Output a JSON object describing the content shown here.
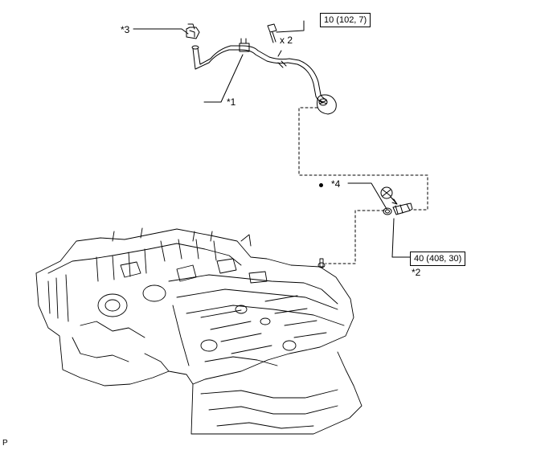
{
  "callouts": {
    "c1": "*1",
    "c2": "*2",
    "c3": "*3",
    "c4": "*4"
  },
  "torque": {
    "upper": "10 (102, 7)",
    "lower": "40 (408, 30)"
  },
  "quantity": "x 2",
  "footer_code": "P"
}
